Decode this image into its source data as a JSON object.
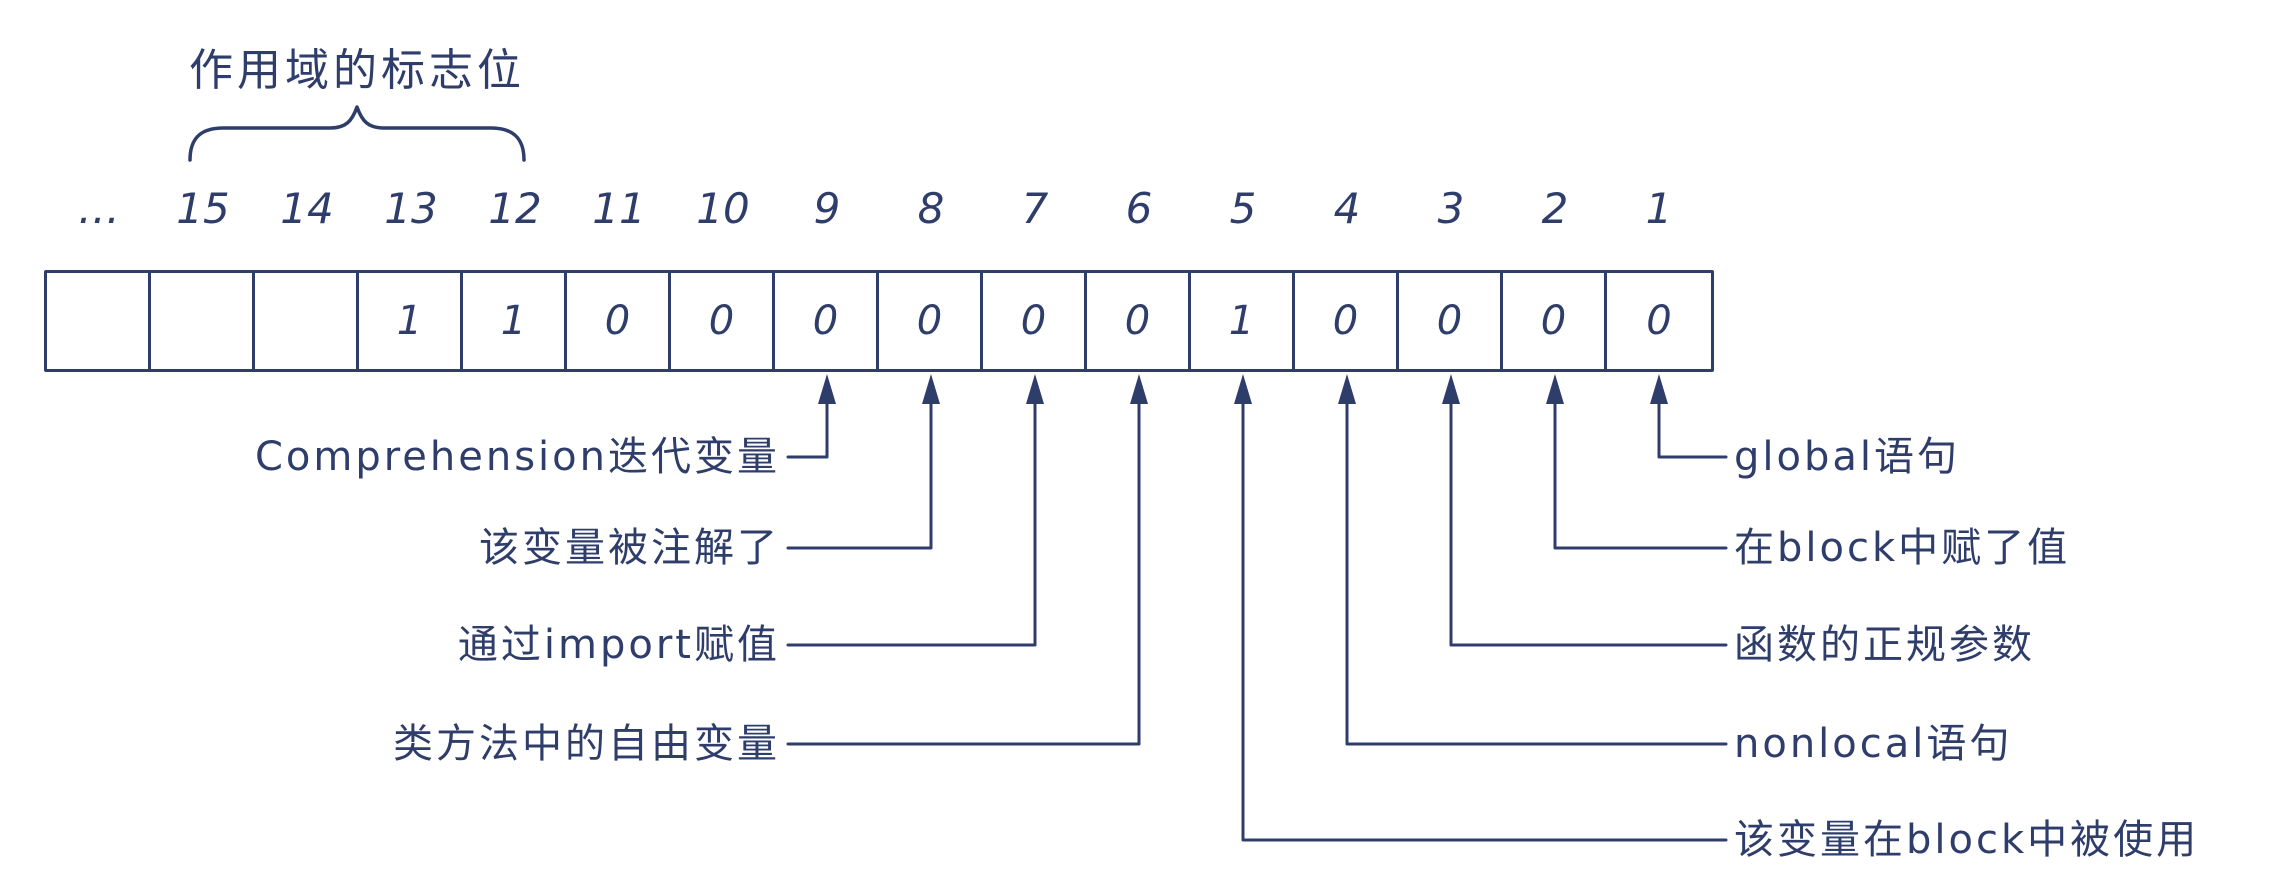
{
  "accent_color": "#2F3D6B",
  "header": {
    "title": "作用域的标志位"
  },
  "bit_row": {
    "labels": [
      "…",
      "15",
      "14",
      "13",
      "12",
      "11",
      "10",
      "9",
      "8",
      "7",
      "6",
      "5",
      "4",
      "3",
      "2",
      "1"
    ]
  },
  "register": {
    "values": [
      "",
      "",
      "",
      "1",
      "1",
      "0",
      "0",
      "0",
      "0",
      "0",
      "0",
      "1",
      "0",
      "0",
      "0",
      "0"
    ]
  },
  "callouts": {
    "left": [
      {
        "bit": "9",
        "label": "Comprehension迭代变量"
      },
      {
        "bit": "8",
        "label": "该变量被注解了"
      },
      {
        "bit": "7",
        "label": "通过import赋值"
      },
      {
        "bit": "6",
        "label": "类方法中的自由变量"
      }
    ],
    "right": [
      {
        "bit": "1",
        "label": "global语句"
      },
      {
        "bit": "2",
        "label": "在block中赋了值"
      },
      {
        "bit": "3",
        "label": "函数的正规参数"
      },
      {
        "bit": "4",
        "label": "nonlocal语句"
      },
      {
        "bit": "5",
        "label": "该变量在block中被使用"
      }
    ]
  }
}
